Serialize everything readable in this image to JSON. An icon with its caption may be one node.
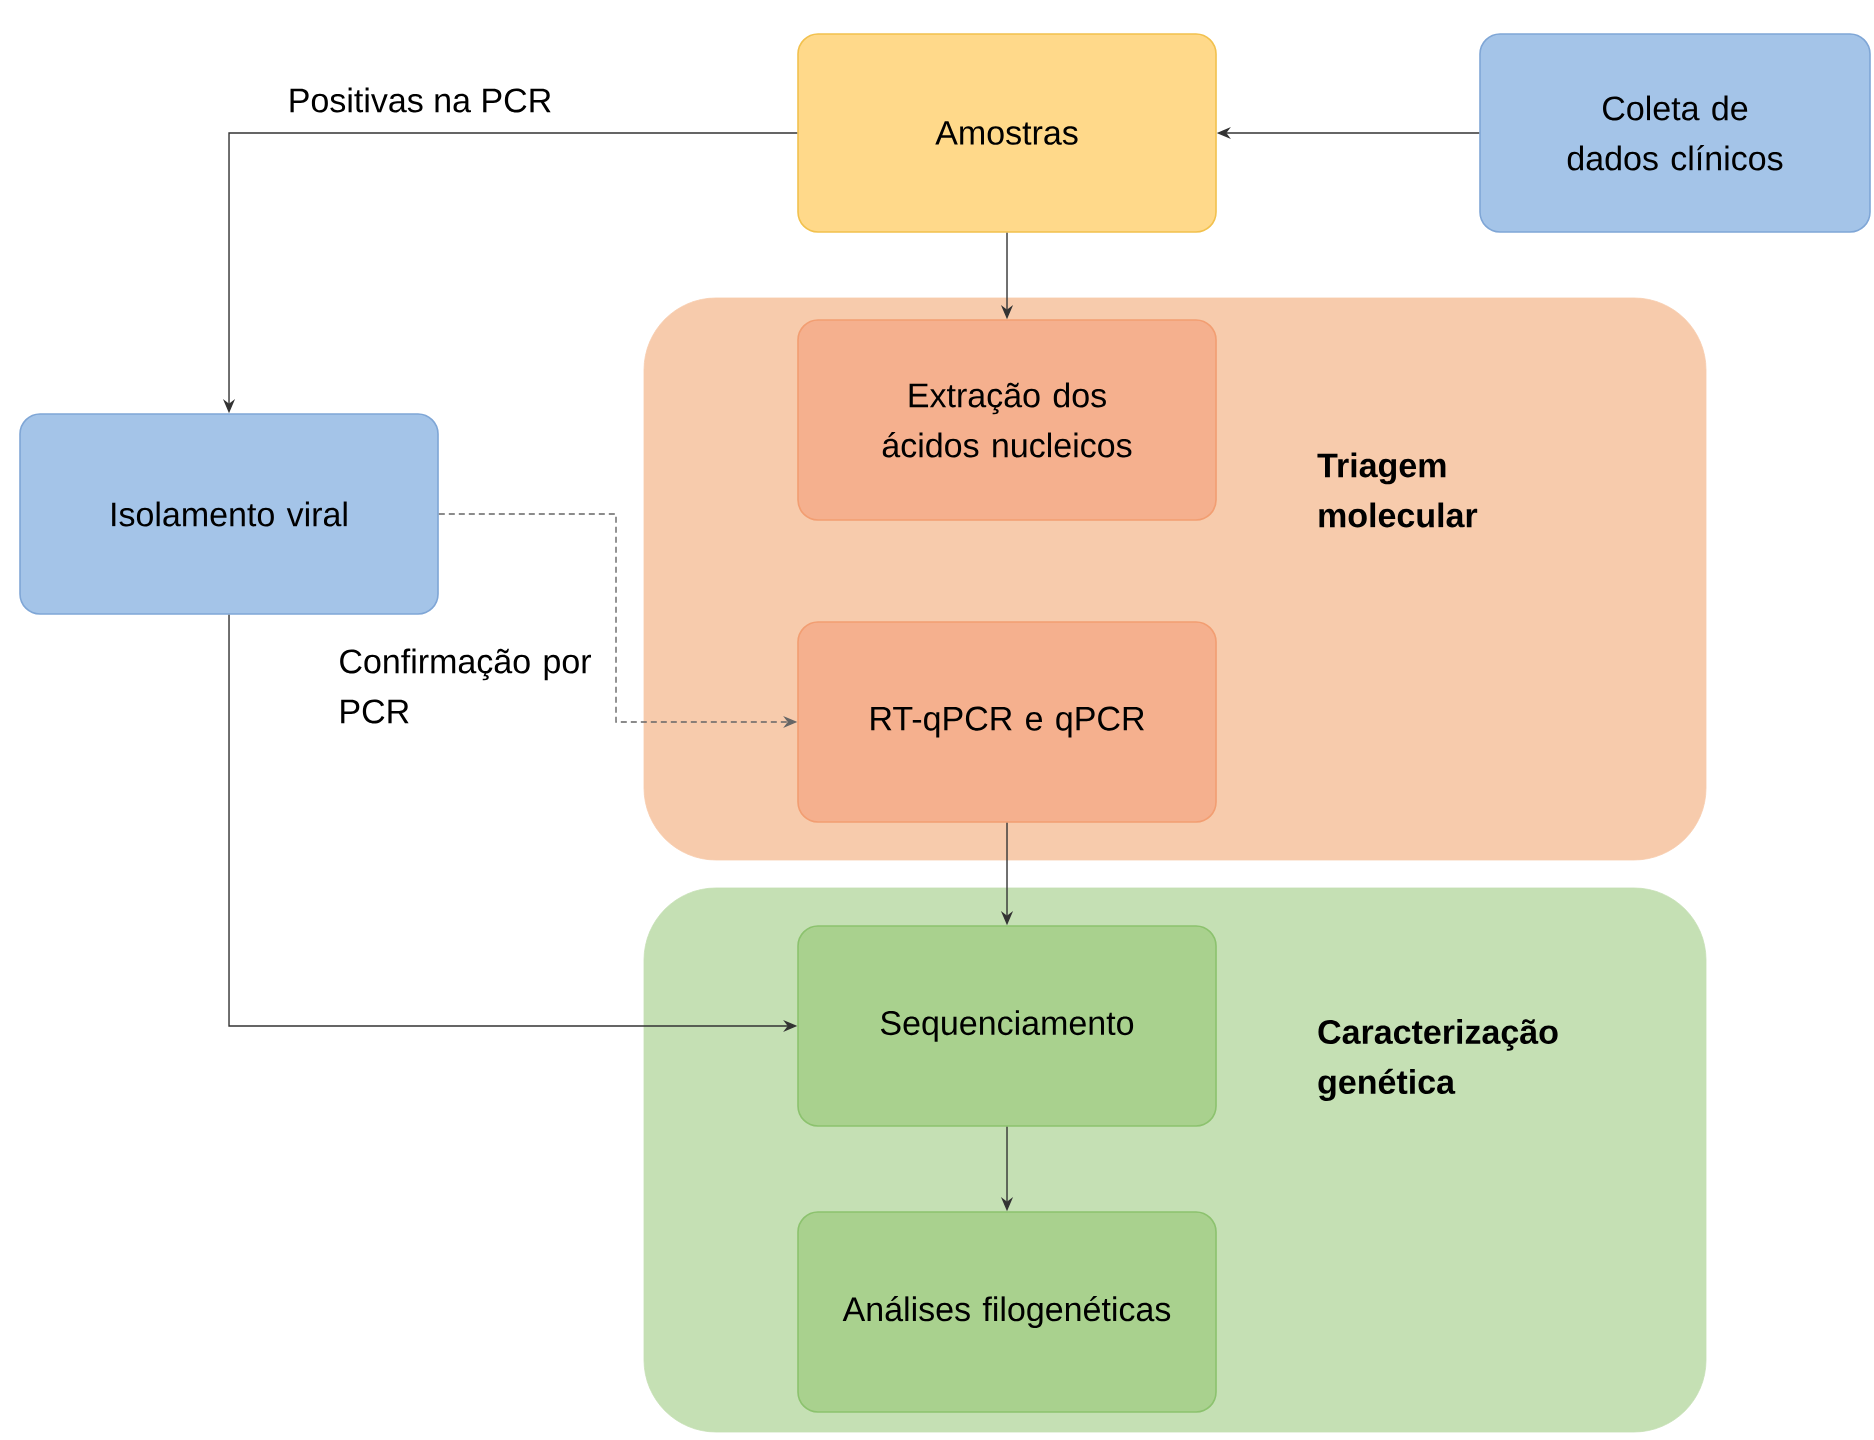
{
  "diagram": {
    "nodes": [
      {
        "text": [
          "Amostras"
        ]
      },
      {
        "text": [
          "Coleta de dados clínicos"
        ]
      },
      {
        "text": [
          "Isolamento viral"
        ]
      },
      {
        "text": [
          "Triagem molecular"
        ]
      },
      {
        "text": [
          "Extração dos ácidos nucleicos"
        ],
        "in": 3
      },
      {
        "text": [
          "RT-qPCR e qPCR"
        ],
        "in": 3
      },
      {
        "text": [
          "Caracterização genética"
        ]
      },
      {
        "text": [
          "Sequenciamento"
        ],
        "in": 6
      },
      {
        "text": [
          "Análises filogenéticas"
        ],
        "in": 6
      }
    ],
    "edges": [
      {
        "from": 1,
        "to": 0,
        "arrow": "to"
      },
      {
        "from": 0,
        "to": 2,
        "arrow": "to",
        "label": "Positivas na PCR"
      },
      {
        "from": 0,
        "to": 4,
        "arrow": "to"
      },
      {
        "from": 2,
        "to": 5,
        "arrow": "to",
        "style": "dashed",
        "label": "Confirmação por PCR"
      },
      {
        "from": 5,
        "to": 7,
        "arrow": "to"
      },
      {
        "from": 2,
        "to": 7,
        "arrow": "to"
      },
      {
        "from": 7,
        "to": 8,
        "arrow": "to"
      }
    ]
  }
}
